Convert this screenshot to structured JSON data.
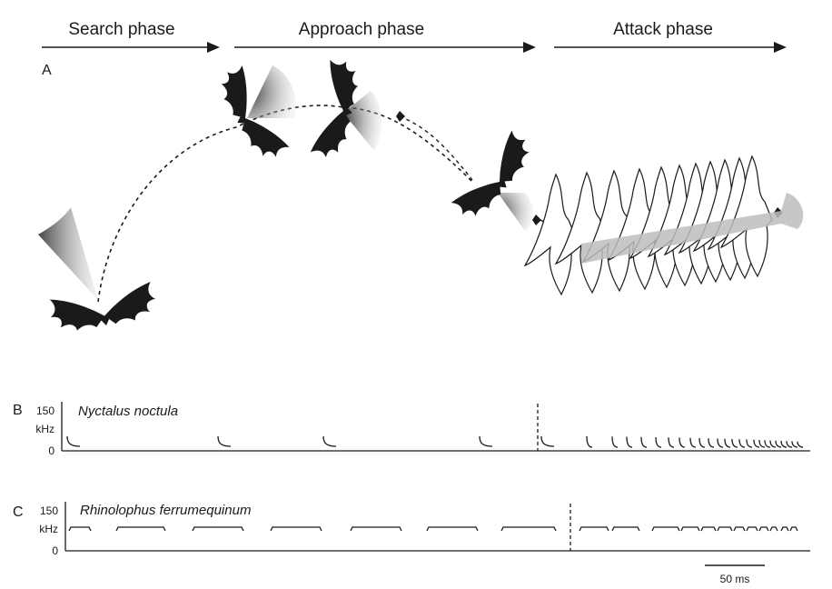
{
  "phases": {
    "search": "Search phase",
    "approach": "Approach phase",
    "attack": "Attack phase"
  },
  "panels": {
    "a": "A",
    "b": "B",
    "c": "C"
  },
  "panel_b": {
    "species": "Nyctalus noctula",
    "y_max": "150",
    "y_unit": "kHz",
    "y_min": "0"
  },
  "panel_c": {
    "species": "Rhinolophus ferrumequinum",
    "y_max": "150",
    "y_unit": "kHz",
    "y_min": "0"
  },
  "scale_bar": {
    "label": "50 ms"
  },
  "colors": {
    "ink": "#1a1a1a",
    "shade": "#bdbdbd",
    "cone": "#555555"
  }
}
